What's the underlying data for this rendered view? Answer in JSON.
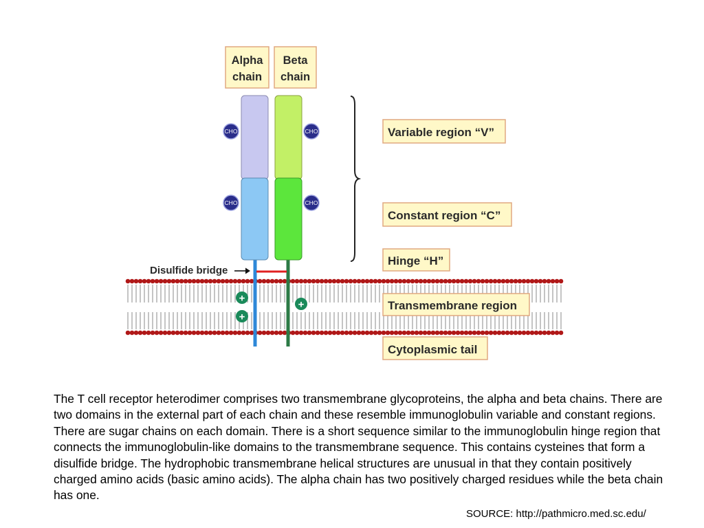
{
  "diagram": {
    "chain_labels": {
      "alpha": [
        "Alpha",
        "chain"
      ],
      "beta": [
        "Beta",
        "chain"
      ]
    },
    "region_labels": {
      "variable": "Variable region “V”",
      "constant": "Constant region “C”",
      "hinge": "Hinge “H”",
      "transmembrane": "Transmembrane region",
      "cytoplasmic": "Cytoplasmic tail"
    },
    "disulfide_label": "Disulfide bridge",
    "cho_label": "CHO",
    "plus_symbol": "+",
    "colors": {
      "alpha_variable": "#c8c8f0",
      "alpha_constant": "#8cc8f4",
      "beta_variable": "#c2f066",
      "beta_constant": "#5ce63c",
      "alpha_tail": "#2e88d8",
      "beta_tail": "#2c7a46",
      "disulfide": "#e02020",
      "label_fill": "#fff8c8",
      "label_border": "#e0a880",
      "membrane_head": "#b01818",
      "cho_fill": "#2a2d8a",
      "charge_fill": "#1a8a5a"
    }
  },
  "caption": "The T cell receptor heterodimer comprises two transmembrane glycoproteins, the alpha and beta chains. There are two domains in the external part of each chain and these resemble immunoglobulin variable and constant regions.  There are sugar chains on each domain. There is a short sequence similar to the immunoglobulin hinge region that connects the immunoglobulin-like domains to the transmembrane sequence. This contains cysteines that form a disulfide bridge. The hydrophobic transmembrane helical structures are unusual in that they contain positively charged amino acids (basic amino acids). The alpha chain has two positively charged residues while the beta chain has one.",
  "source": "SOURCE: http://pathmicro.med.sc.edu/"
}
